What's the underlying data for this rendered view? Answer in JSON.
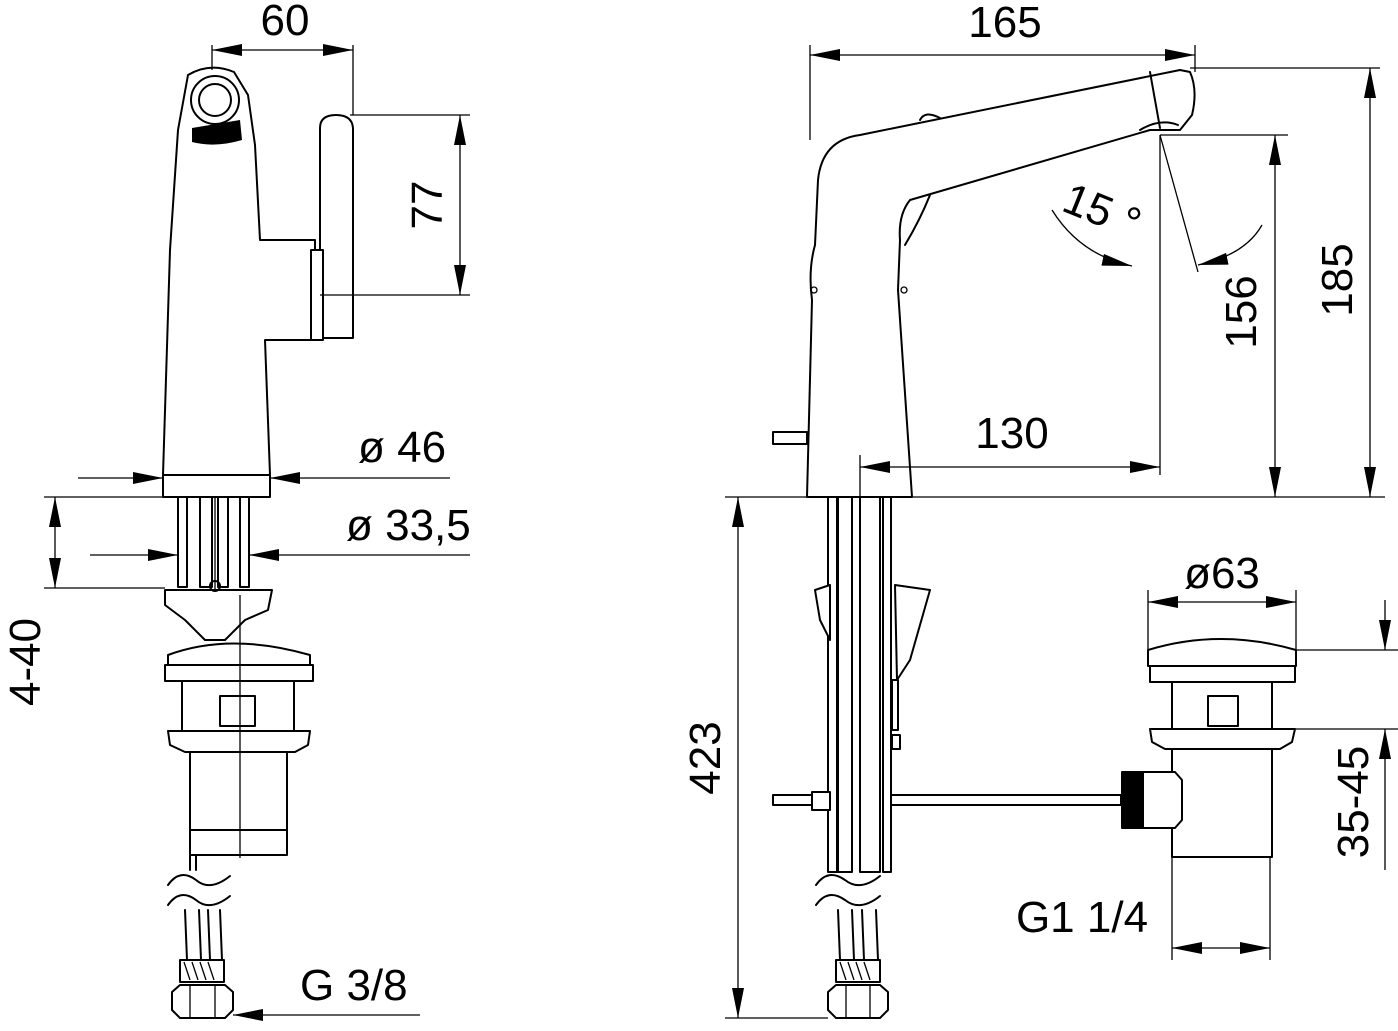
{
  "dimensions": {
    "side_width": "60",
    "lever_height": "77",
    "base_diameter": "ø 46",
    "shank_diameter": "ø 33,5",
    "deck_thickness": "4-40",
    "connection_left": "G 3/8",
    "spout_length": "165",
    "spout_angle": "15 °",
    "outlet_height": "156",
    "total_height": "185",
    "spout_reach": "130",
    "hose_length": "423",
    "waste_diameter": "ø63",
    "waste_range": "35-45",
    "waste_thread": "G1 1/4"
  }
}
